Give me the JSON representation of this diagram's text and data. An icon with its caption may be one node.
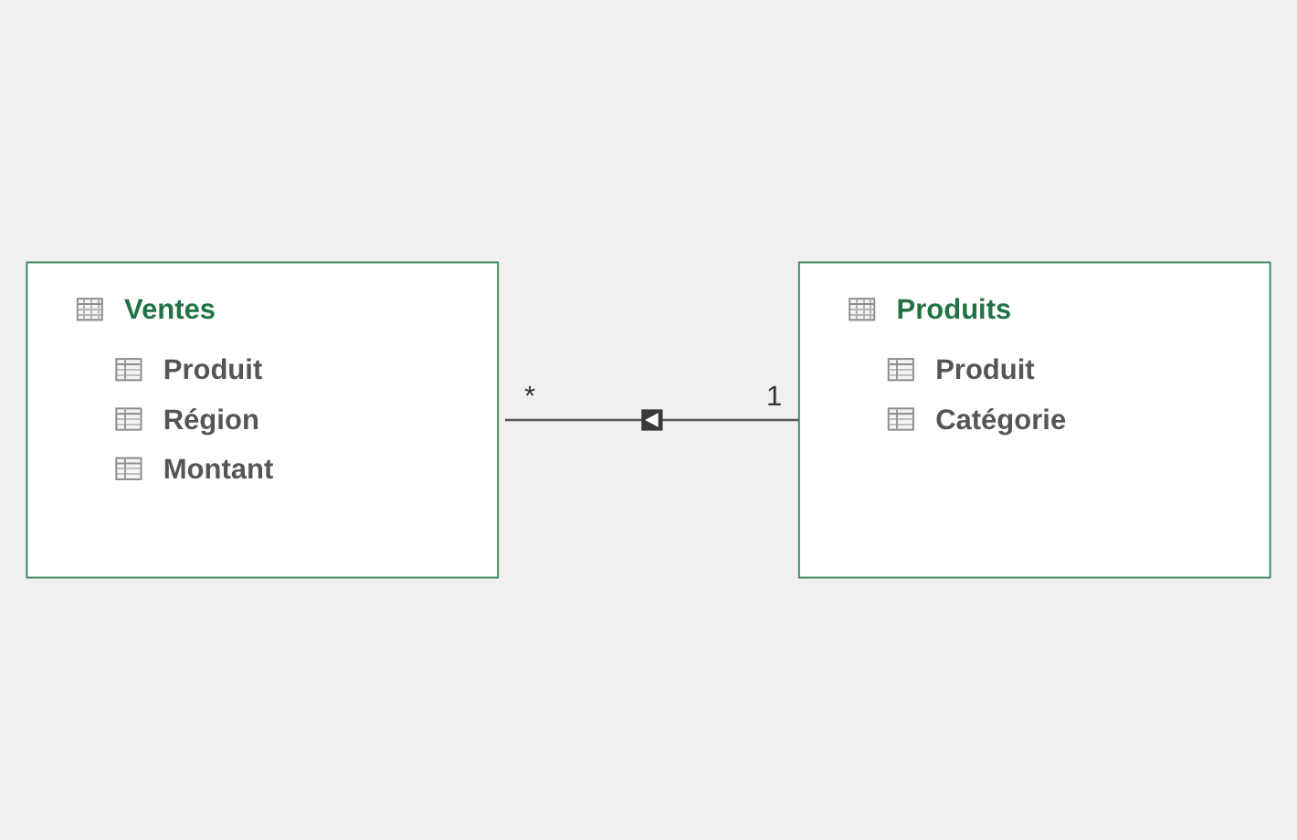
{
  "diagram": {
    "nodes": [
      {
        "text": [
          "Ventes",
          "Produit",
          "Région",
          "Montant"
        ],
        "beside": [
          "*"
        ]
      },
      {
        "text": [
          "Produits",
          "Produit",
          "Catégorie"
        ],
        "beside": [
          "1"
        ]
      }
    ],
    "edges": [
      {
        "from": 1,
        "to": 0,
        "arrow": "to"
      }
    ]
  }
}
